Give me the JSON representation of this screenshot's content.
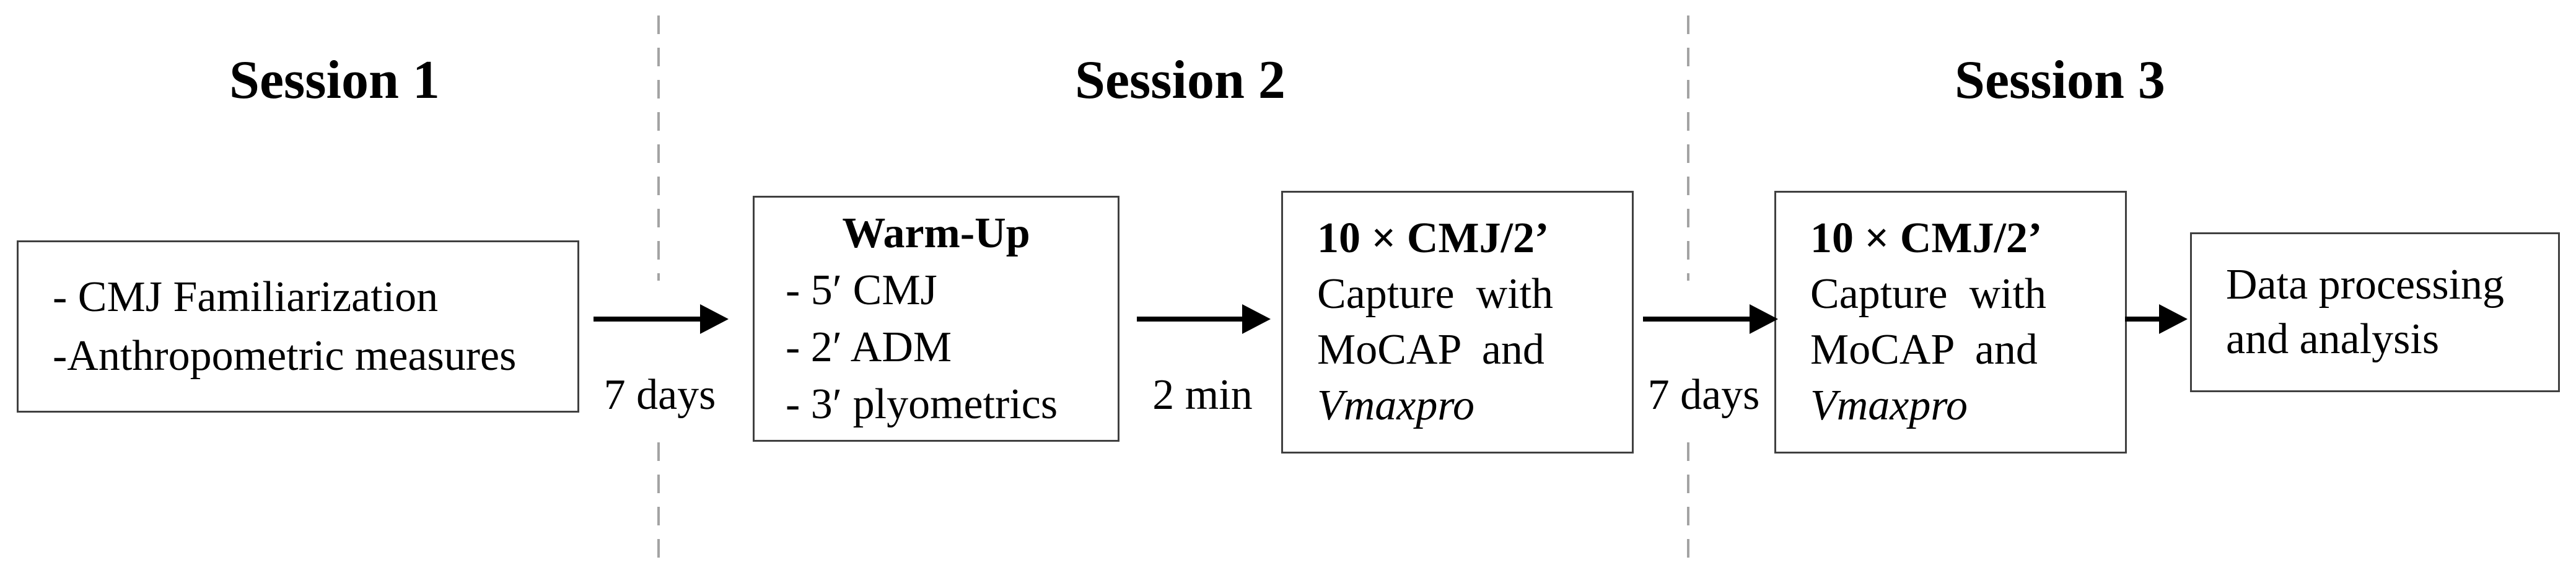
{
  "figure": {
    "background_color": "#ffffff",
    "text_color": "#000000",
    "box_border_color": "#404040",
    "divider_color": "#a3a3a3",
    "arrow_color": "#000000"
  },
  "sessions": [
    {
      "title": "Session 1"
    },
    {
      "title": "Session 2"
    },
    {
      "title": "Session 3"
    }
  ],
  "boxes": {
    "session1_box": {
      "line1": "- CMJ Familiarization",
      "line2": "-Anthropometric measures"
    },
    "warmup_box": {
      "heading": "Warm-Up",
      "item1": "- 5′ CMJ",
      "item2": "- 2′ ADM",
      "item3": "- 3′ plyometrics"
    },
    "cmj_box_session2": {
      "heading": "10 × CMJ/2’",
      "line1": "Capture with",
      "line2": "MoCAP and",
      "line3": "Vmaxpro"
    },
    "cmj_box_session3": {
      "heading": "10 × CMJ/2’",
      "line1": "Capture with",
      "line2": "MoCAP and",
      "line3": "Vmaxpro"
    },
    "data_box": {
      "line1": "Data processing",
      "line2": "and analysis"
    }
  },
  "intervals": {
    "gap1_label": "7 days",
    "gap2_label": "2 min",
    "gap3_label": "7 days"
  }
}
